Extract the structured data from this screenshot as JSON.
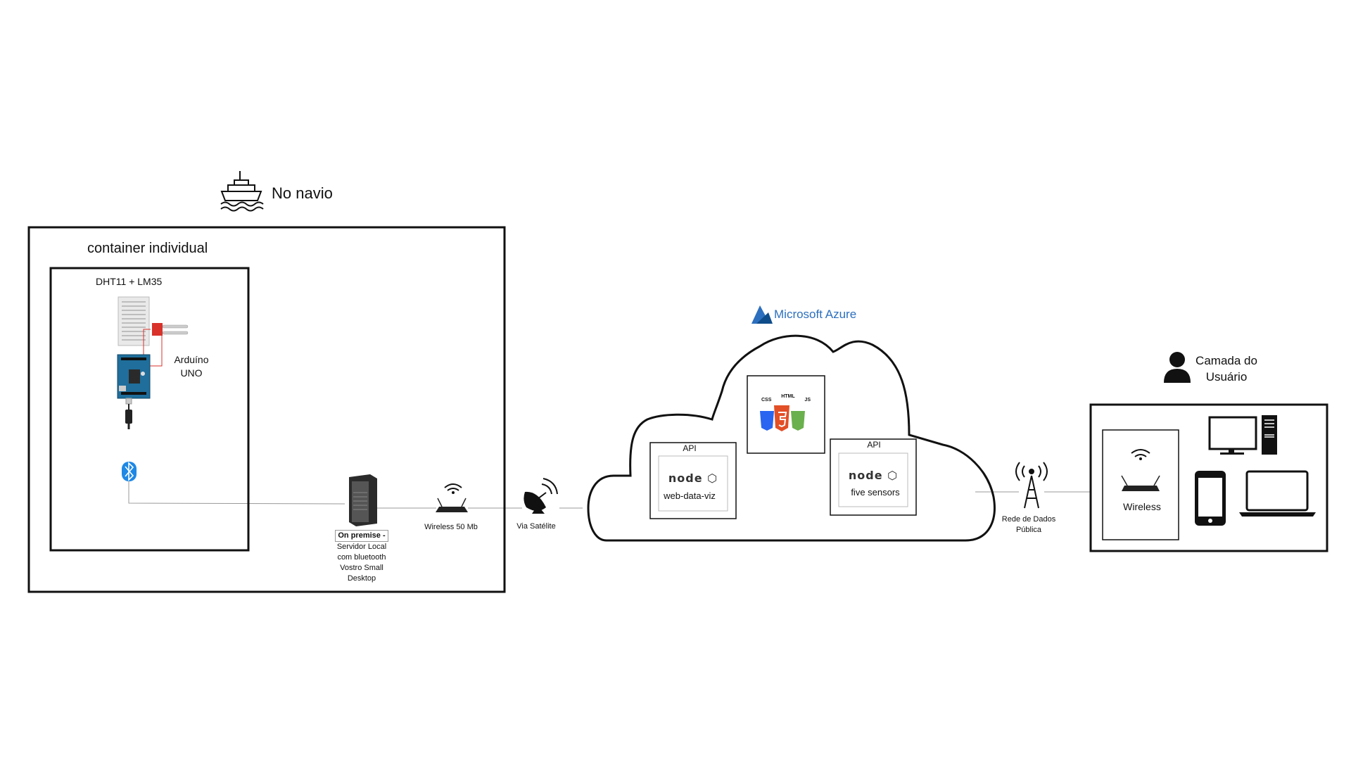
{
  "ship": {
    "title": "No navio",
    "icon": "ship-icon"
  },
  "container": {
    "label": "container individual",
    "sensors_label": "DHT11 + LM35",
    "board_label": "Arduíno UNO"
  },
  "server": {
    "title": "On premise -",
    "description": "Servidor Local com bluetooth Vostro Small Desktop"
  },
  "router": {
    "label": "Wireless 50 Mb"
  },
  "satellite": {
    "label": "Via Satélite"
  },
  "cloud": {
    "provider": "Microsoft Azure",
    "web_badges": [
      "CSS",
      "HTML",
      "JS"
    ],
    "apis": [
      {
        "tag": "API",
        "logo": "node",
        "name": "web-data-viz"
      },
      {
        "tag": "API",
        "logo": "node",
        "name": "five sensors"
      }
    ]
  },
  "network": {
    "label": "Rede de Dados Pública"
  },
  "user": {
    "label": "Camada do Usuário",
    "wireless_label": "Wireless",
    "devices": [
      "desktop-icon",
      "phone-icon",
      "laptop-icon"
    ]
  },
  "colors": {
    "azure_blue": "#2c6fbe",
    "node_green": "#6cc24a",
    "bluetooth": "#1e88e5"
  }
}
